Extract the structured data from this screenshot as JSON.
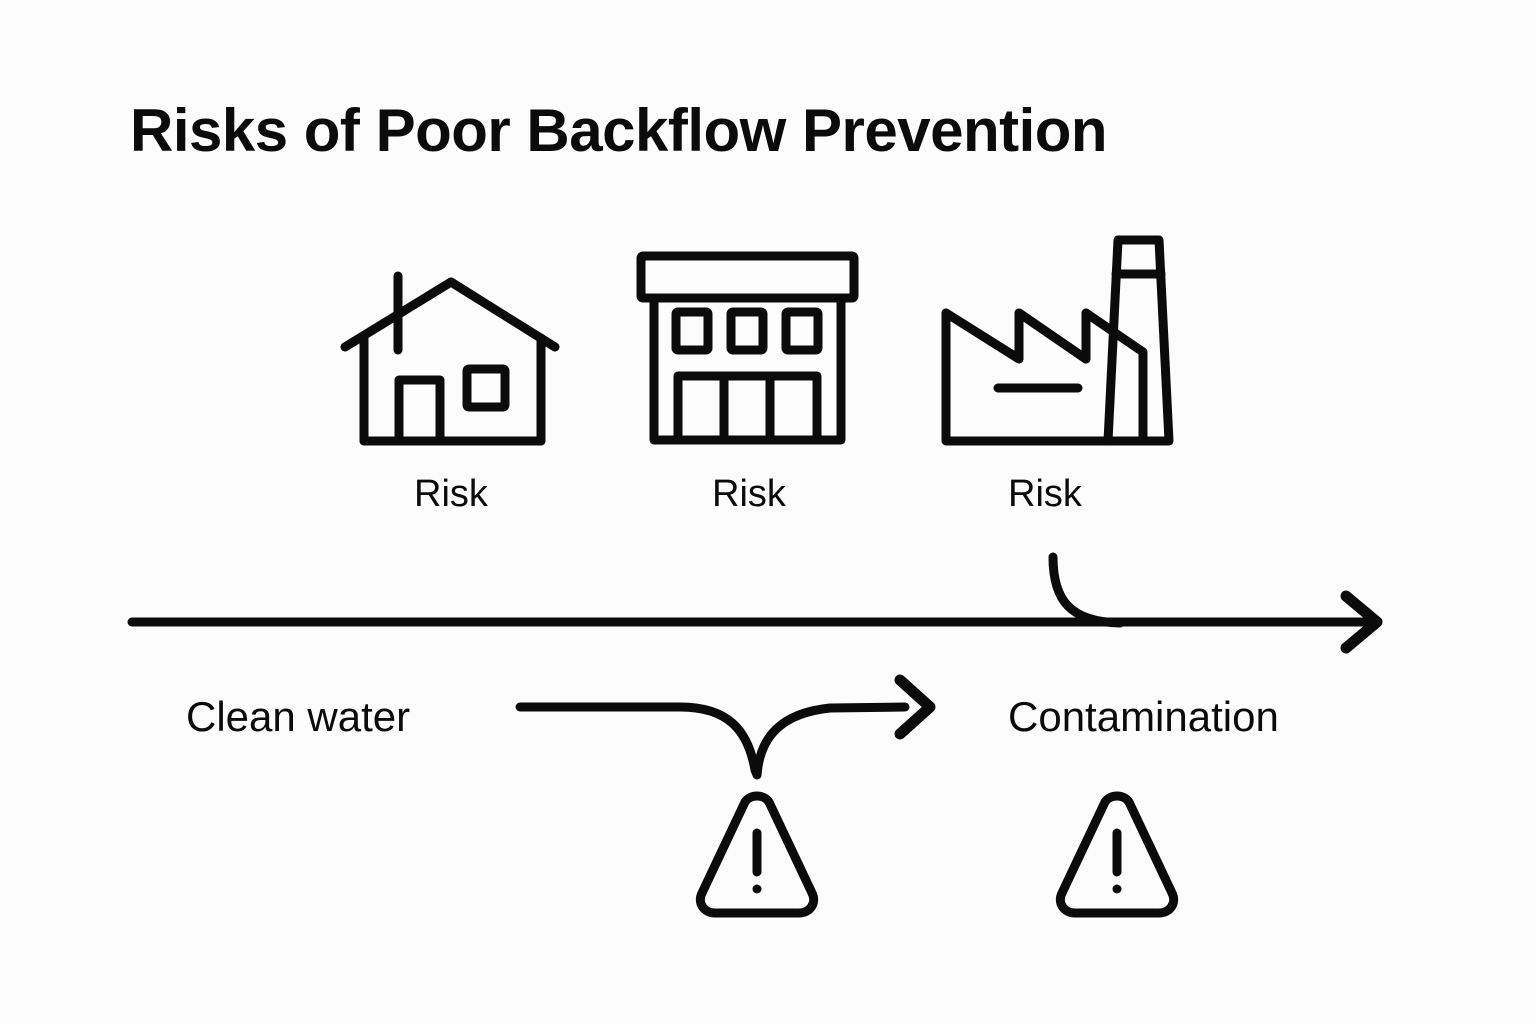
{
  "page": {
    "title": "Risks of Poor Backflow Prevention",
    "background_color": "#fcfcfd",
    "ink_color": "#0b0b0c"
  },
  "diagram": {
    "icons": [
      {
        "name": "house-icon",
        "label": "Risk"
      },
      {
        "name": "commercial-building-icon",
        "label": "Risk"
      },
      {
        "name": "factory-icon",
        "label": "Risk"
      }
    ],
    "flow": {
      "start_label": "Clean water",
      "end_label": "Contamination",
      "arrows": [
        {
          "name": "main-timeline-arrow",
          "direction": "right"
        },
        {
          "name": "backflow-dip-arrow",
          "direction": "right"
        },
        {
          "name": "risk-connector-curve",
          "direction": "down-right"
        }
      ],
      "warnings": [
        {
          "name": "warning-triangle-backflow-point"
        },
        {
          "name": "warning-triangle-contamination"
        }
      ]
    }
  }
}
